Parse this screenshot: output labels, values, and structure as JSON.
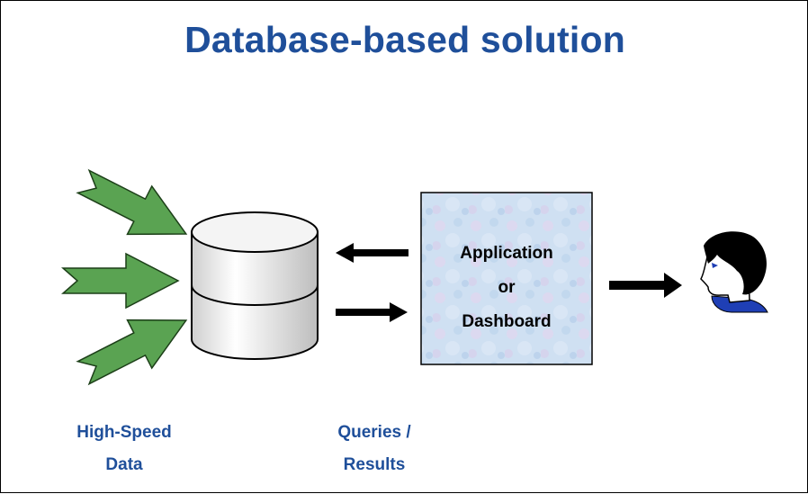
{
  "title": "Database-based solution",
  "app_box": {
    "line1": "Application",
    "line2": "or",
    "line3": "Dashboard"
  },
  "captions": {
    "left": {
      "line1": "High-Speed",
      "line2": "Data"
    },
    "middle": {
      "line1": "Queries /",
      "line2": "Results"
    }
  },
  "colors": {
    "title": "#1f4f9a",
    "input_arrows": "#5aa352",
    "app_box": "#c9dcf0",
    "arrows": "#000000"
  },
  "icons": [
    "input-arrow-icon",
    "database-icon",
    "arrow-left-icon",
    "arrow-right-icon",
    "user-head-icon"
  ]
}
